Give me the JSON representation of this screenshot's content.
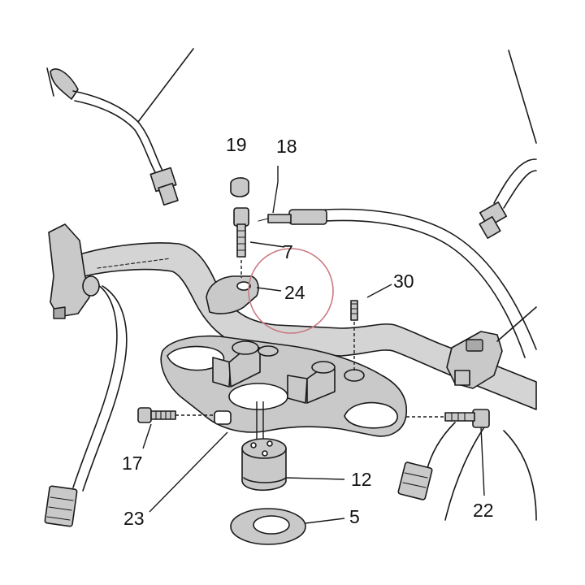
{
  "callouts": {
    "c19": "19",
    "c18": "18",
    "c7": "7",
    "c24": "24",
    "c30": "30",
    "c17": "17",
    "c12": "12",
    "c23": "23",
    "c5": "5",
    "c22": "22"
  },
  "colors": {
    "line": "#1a1a1a",
    "part_fill": "#c9c9c9",
    "highlight_circle": "#c97a82",
    "background": "#ffffff"
  }
}
